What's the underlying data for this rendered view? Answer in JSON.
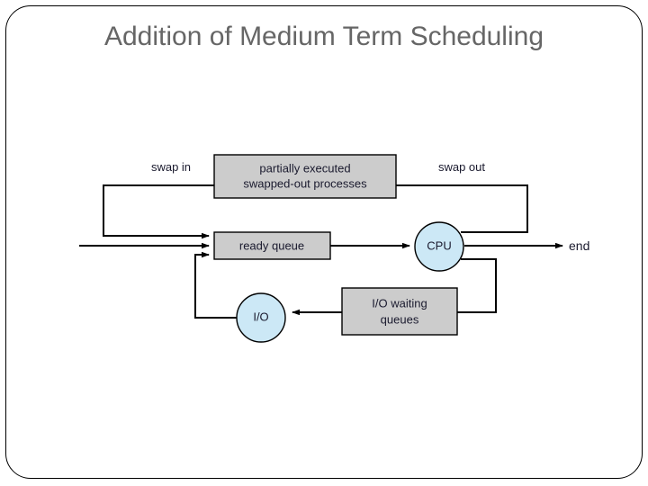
{
  "slide": {
    "title": "Addition of Medium Term Scheduling",
    "title_color": "#666666",
    "border_color": "#000000",
    "background": "#ffffff"
  },
  "diagram": {
    "type": "flowchart",
    "box_fill": "#cccccc",
    "circle_fill": "#cce8f6",
    "stroke": "#000000",
    "nodes": [
      {
        "id": "swapped",
        "shape": "rect",
        "label_line1": "partially executed",
        "label_line2": "swapped-out processes"
      },
      {
        "id": "ready",
        "shape": "rect",
        "label_line1": "ready queue",
        "label_line2": ""
      },
      {
        "id": "cpu",
        "shape": "circle",
        "label_line1": "CPU",
        "label_line2": ""
      },
      {
        "id": "io",
        "shape": "circle",
        "label_line1": "I/O",
        "label_line2": ""
      },
      {
        "id": "iowait",
        "shape": "rect",
        "label_line1": "I/O waiting",
        "label_line2": "queues"
      }
    ],
    "edge_labels": {
      "swap_in": "swap in",
      "swap_out": "swap out",
      "end": "end"
    }
  }
}
